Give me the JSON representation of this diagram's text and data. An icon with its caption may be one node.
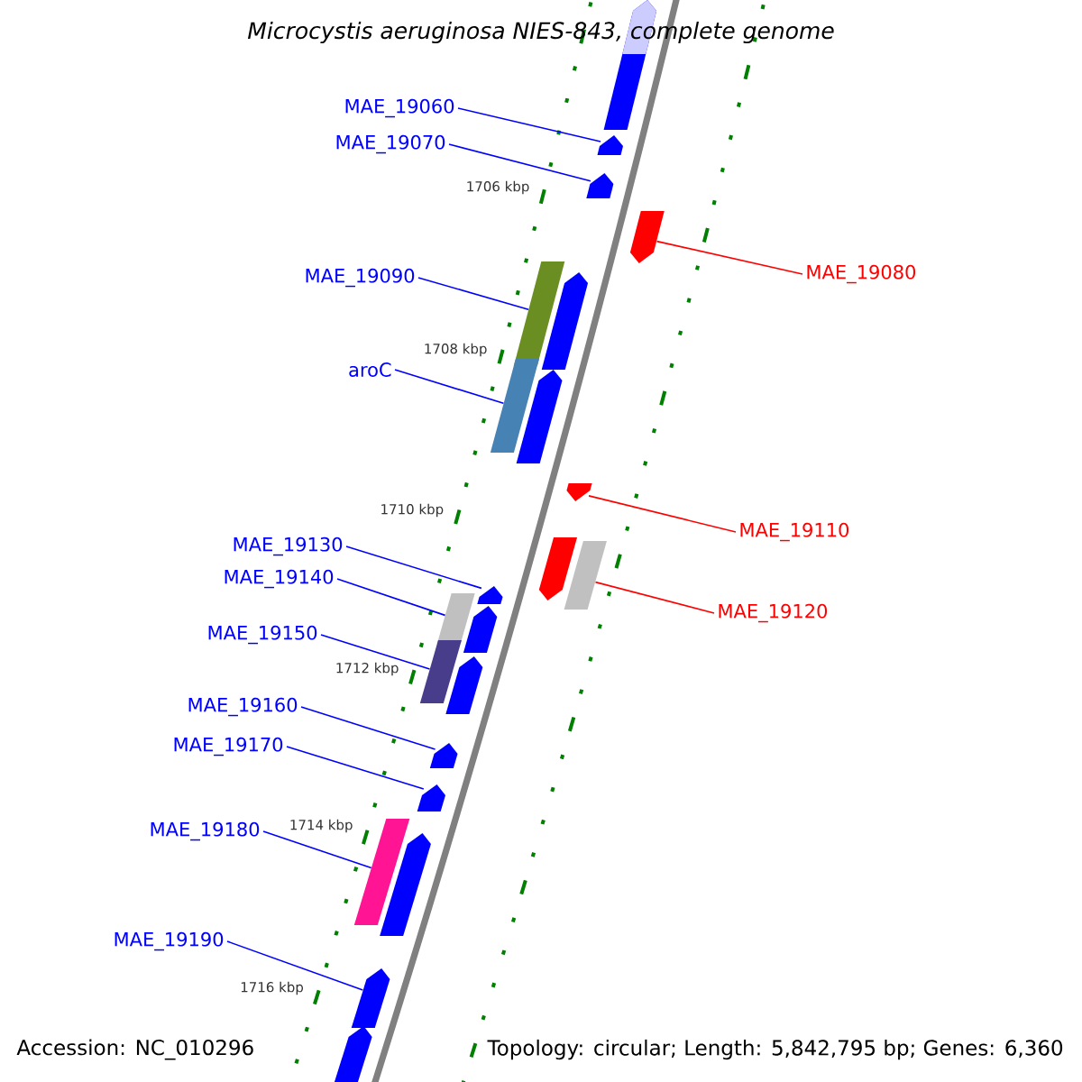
{
  "diagram": {
    "title": "Microcystis aeruginosa NIES-843, complete genome",
    "nodes": [
      {
        "text": [
          "MAE_19060"
        ]
      },
      {
        "text": [
          "MAE_19070"
        ]
      },
      {
        "text": [
          "MAE_19080"
        ]
      },
      {
        "text": [
          "MAE_19090"
        ]
      },
      {
        "text": [
          "aroC"
        ]
      },
      {
        "text": [
          "MAE_19110"
        ]
      },
      {
        "text": [
          "MAE_19130"
        ]
      },
      {
        "text": [
          "MAE_19140"
        ]
      },
      {
        "text": [
          "MAE_19120"
        ]
      },
      {
        "text": [
          "MAE_19150"
        ]
      },
      {
        "text": [
          "MAE_19160"
        ]
      },
      {
        "text": [
          "MAE_19170"
        ]
      },
      {
        "text": [
          "MAE_19180"
        ]
      },
      {
        "text": [
          "MAE_19190"
        ]
      },
      {
        "text": [],
        "shape": "box"
      },
      {
        "text": [],
        "shape": "box"
      },
      {
        "text": [],
        "shape": "box"
      },
      {
        "text": [],
        "shape": "box"
      },
      {
        "text": [],
        "shape": "box"
      },
      {
        "text": [],
        "shape": "box"
      },
      {
        "text": [],
        "shape": "box"
      },
      {
        "text": [],
        "shape": "box"
      },
      {
        "text": [],
        "shape": "box"
      },
      {
        "text": [],
        "shape": "box"
      },
      {
        "text": [],
        "shape": "box"
      },
      {
        "text": [],
        "shape": "box"
      },
      {
        "text": [],
        "shape": "box"
      },
      {
        "text": [],
        "shape": "box"
      },
      {
        "text": [],
        "shape": "box"
      },
      {
        "text": [],
        "shape": "box"
      }
    ],
    "edges": [
      {
        "from": 0,
        "to": 15,
        "arrow": "none"
      },
      {
        "from": 1,
        "to": 16,
        "arrow": "none"
      },
      {
        "from": 2,
        "to": 17,
        "arrow": "none",
        "color": "#ff0000"
      },
      {
        "from": 3,
        "to": 18,
        "arrow": "none"
      },
      {
        "from": 4,
        "to": 19,
        "arrow": "none"
      },
      {
        "from": 5,
        "to": 20,
        "arrow": "none",
        "color": "#ff0000"
      },
      {
        "from": 6,
        "to": 22,
        "arrow": "none"
      },
      {
        "from": 7,
        "to": 23,
        "arrow": "none"
      },
      {
        "from": 8,
        "to": 21,
        "arrow": "none",
        "color": "#ff0000"
      },
      {
        "from": 9,
        "to": 24,
        "arrow": "none"
      },
      {
        "from": 10,
        "to": 25,
        "arrow": "none"
      },
      {
        "from": 11,
        "to": 26,
        "arrow": "none"
      },
      {
        "from": 12,
        "to": 27,
        "arrow": "none"
      },
      {
        "from": 13,
        "to": 28,
        "arrow": "none"
      }
    ],
    "labels": [
      "1706 kbp",
      "1708 kbp",
      "1710 kbp",
      "1712 kbp",
      "1714 kbp",
      "1716 kbp",
      "Accession: NC_010296",
      "Topology: circular; Length: 5,842,795 bp; Genes: 6,360"
    ]
  }
}
